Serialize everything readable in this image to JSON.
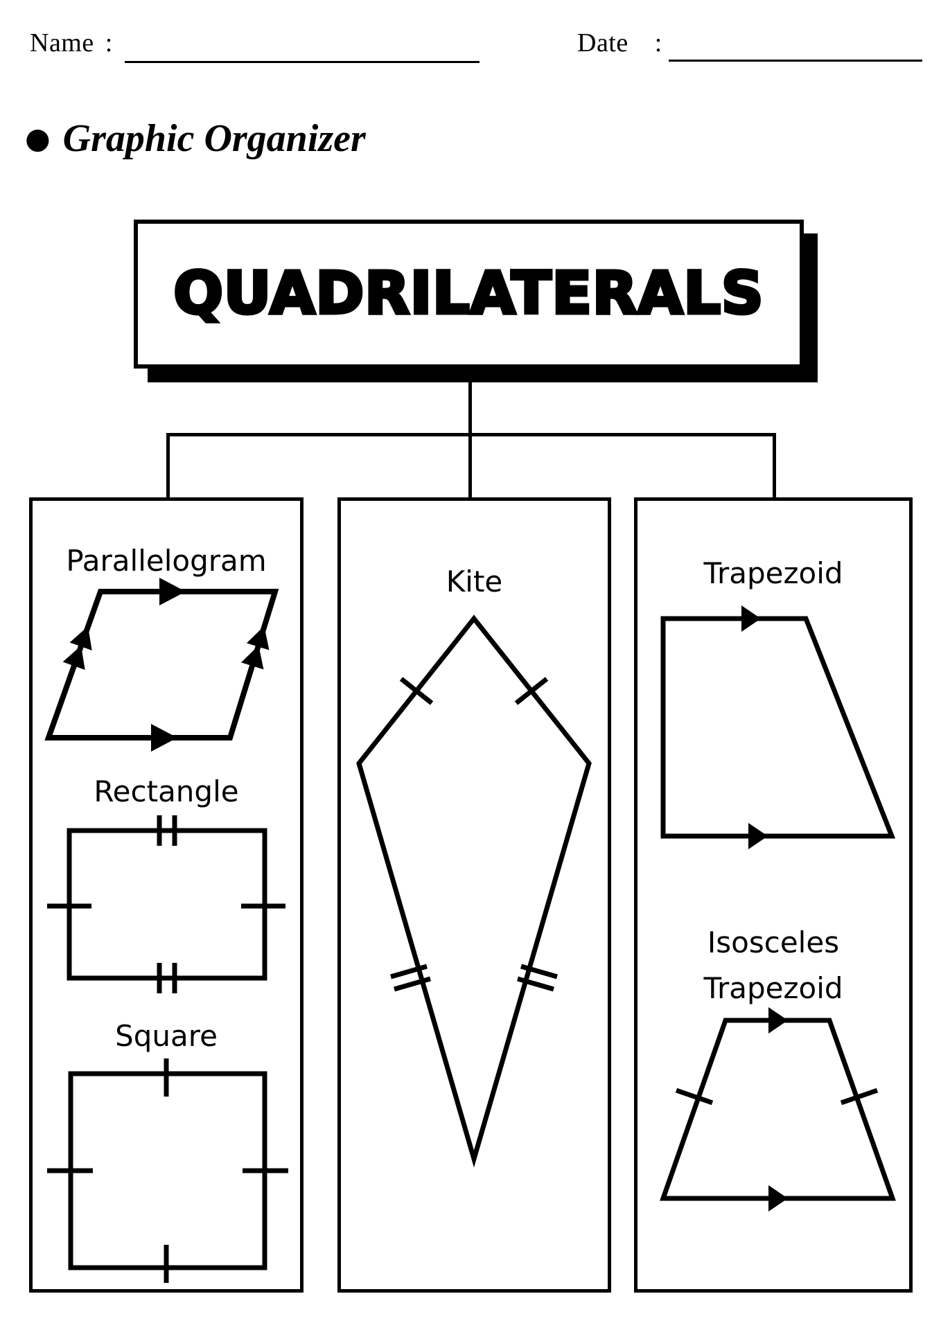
{
  "colors": {
    "ink": "#000000",
    "paper": "#ffffff"
  },
  "header": {
    "name_label": "Name",
    "name_separator": ":",
    "date_label": "Date",
    "date_separator": ":"
  },
  "section_heading": {
    "bullet": "●",
    "text": "Graphic Organizer"
  },
  "title_box": {
    "text": "QUADRILATERALS"
  },
  "shapes": {
    "parallelogram": {
      "label": "Parallelogram"
    },
    "rectangle": {
      "label": "Rectangle"
    },
    "square": {
      "label": "Square"
    },
    "kite": {
      "label": "Kite"
    },
    "trapezoid": {
      "label": "Trapezoid"
    },
    "isosceles_trapezoid": {
      "label_line1": "Isosceles",
      "label_line2": "Trapezoid"
    }
  }
}
